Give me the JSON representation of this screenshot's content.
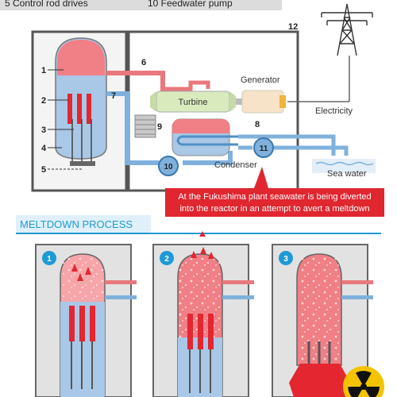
{
  "legend": {
    "item5": "5 Control rod drives",
    "item10": "10 Feedwater pump"
  },
  "numbers": {
    "n1": "1",
    "n2": "2",
    "n3": "3",
    "n4": "4",
    "n5": "5",
    "n6": "6",
    "n7": "7",
    "n8": "8",
    "n9": "9",
    "n10": "10",
    "n11": "11",
    "n12": "12"
  },
  "labels": {
    "turbine": "Turbine",
    "generator": "Generator",
    "electricity": "Electricity",
    "condenser": "Condenser",
    "sea_water": "Sea water"
  },
  "callout": {
    "line1": "At the Fukushima plant seawater is being diverted",
    "line2": "into the reactor in an attempt to avert a meltdown"
  },
  "meltdown": {
    "title": "MELTDOWN PROCESS",
    "steps": [
      "1",
      "2",
      "3"
    ]
  },
  "colors": {
    "steam_red": "#e8505b",
    "water_blue": "#8fb8de",
    "pipe_blue": "#7fb1dc",
    "pipe_red": "#e9787c",
    "callout_red": "#e0262f",
    "accent_blue": "#1f9ad6",
    "frame_gray": "#555555"
  }
}
